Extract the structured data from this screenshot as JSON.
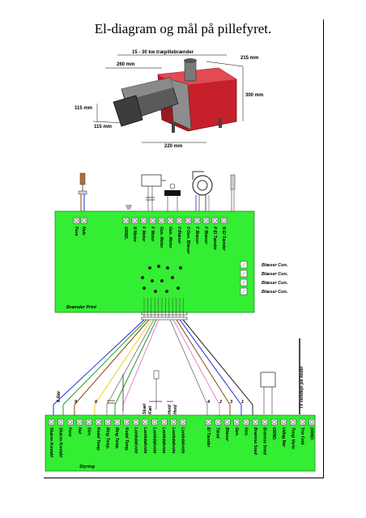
{
  "title": "El-diagram og mål på pillefyret.",
  "burner": {
    "top_label": "15 - 30 kw træpillebrænder",
    "dims": {
      "d260": "260 mm",
      "d215": "215 mm",
      "d300": "300 mm",
      "d115a": "115 mm",
      "d115b": "115 mm",
      "d220": "220 mm"
    }
  },
  "top_board": {
    "label": "Brænder Print",
    "left_terms": [
      "Fase",
      "Nulx"
    ],
    "terms": [
      "GRND.",
      "N Motor",
      "F Motor",
      "F Motor",
      "Gen. Motor",
      "Gen. Motor",
      "0 Blæser",
      "0 Gen. Blæser",
      "F Blæser",
      "F Blæser",
      "P El Tænder",
      "N El Tænder"
    ],
    "connectors": [
      "Blæser Con.",
      "Blæser Con.",
      "Blæser Con.",
      "Blæser Con."
    ]
  },
  "bottom_board": {
    "label": "Styring",
    "top_numbers": [
      "8 Rør",
      "9",
      "6",
      "4",
      "2",
      "3",
      "1"
    ],
    "cable_label": "Til vendepl på kedel",
    "terms": [
      "Skærm Kontakt",
      "Skærm Kontakt",
      "Fase",
      "Nul",
      "Gen.",
      "Kedel Temp.",
      "Ring Temp.",
      "Ring Temp.",
      "Kedel Temp.",
      "Lambdakvote",
      "Lambdakvote",
      "Lambdakvote",
      "Lambdakvote",
      "Lambdakvote",
      "Lambdakvote",
      "El Tænder",
      "Tænd",
      "Blæser",
      "Gen.",
      "Gen.",
      "Bræmse Sned",
      "Bræmse Sned",
      "GRND.",
      "Udtag Rør",
      "Temp Varm",
      "Trin Fold",
      "GRND."
    ],
    "small_labels": [
      "Skæl",
      "Kæl",
      "Hvid",
      "Hvid"
    ]
  },
  "colors": {
    "board_green": "#33ee33",
    "burner_red": "#c8202a",
    "wire_blue": "#1c2fd8",
    "wire_brown": "#8a4a10",
    "wire_yellow": "#e8d020",
    "wire_grey": "#8a8a8a",
    "wire_pink": "#e884c8",
    "wire_green": "#20a020",
    "wire_black": "#202020"
  }
}
